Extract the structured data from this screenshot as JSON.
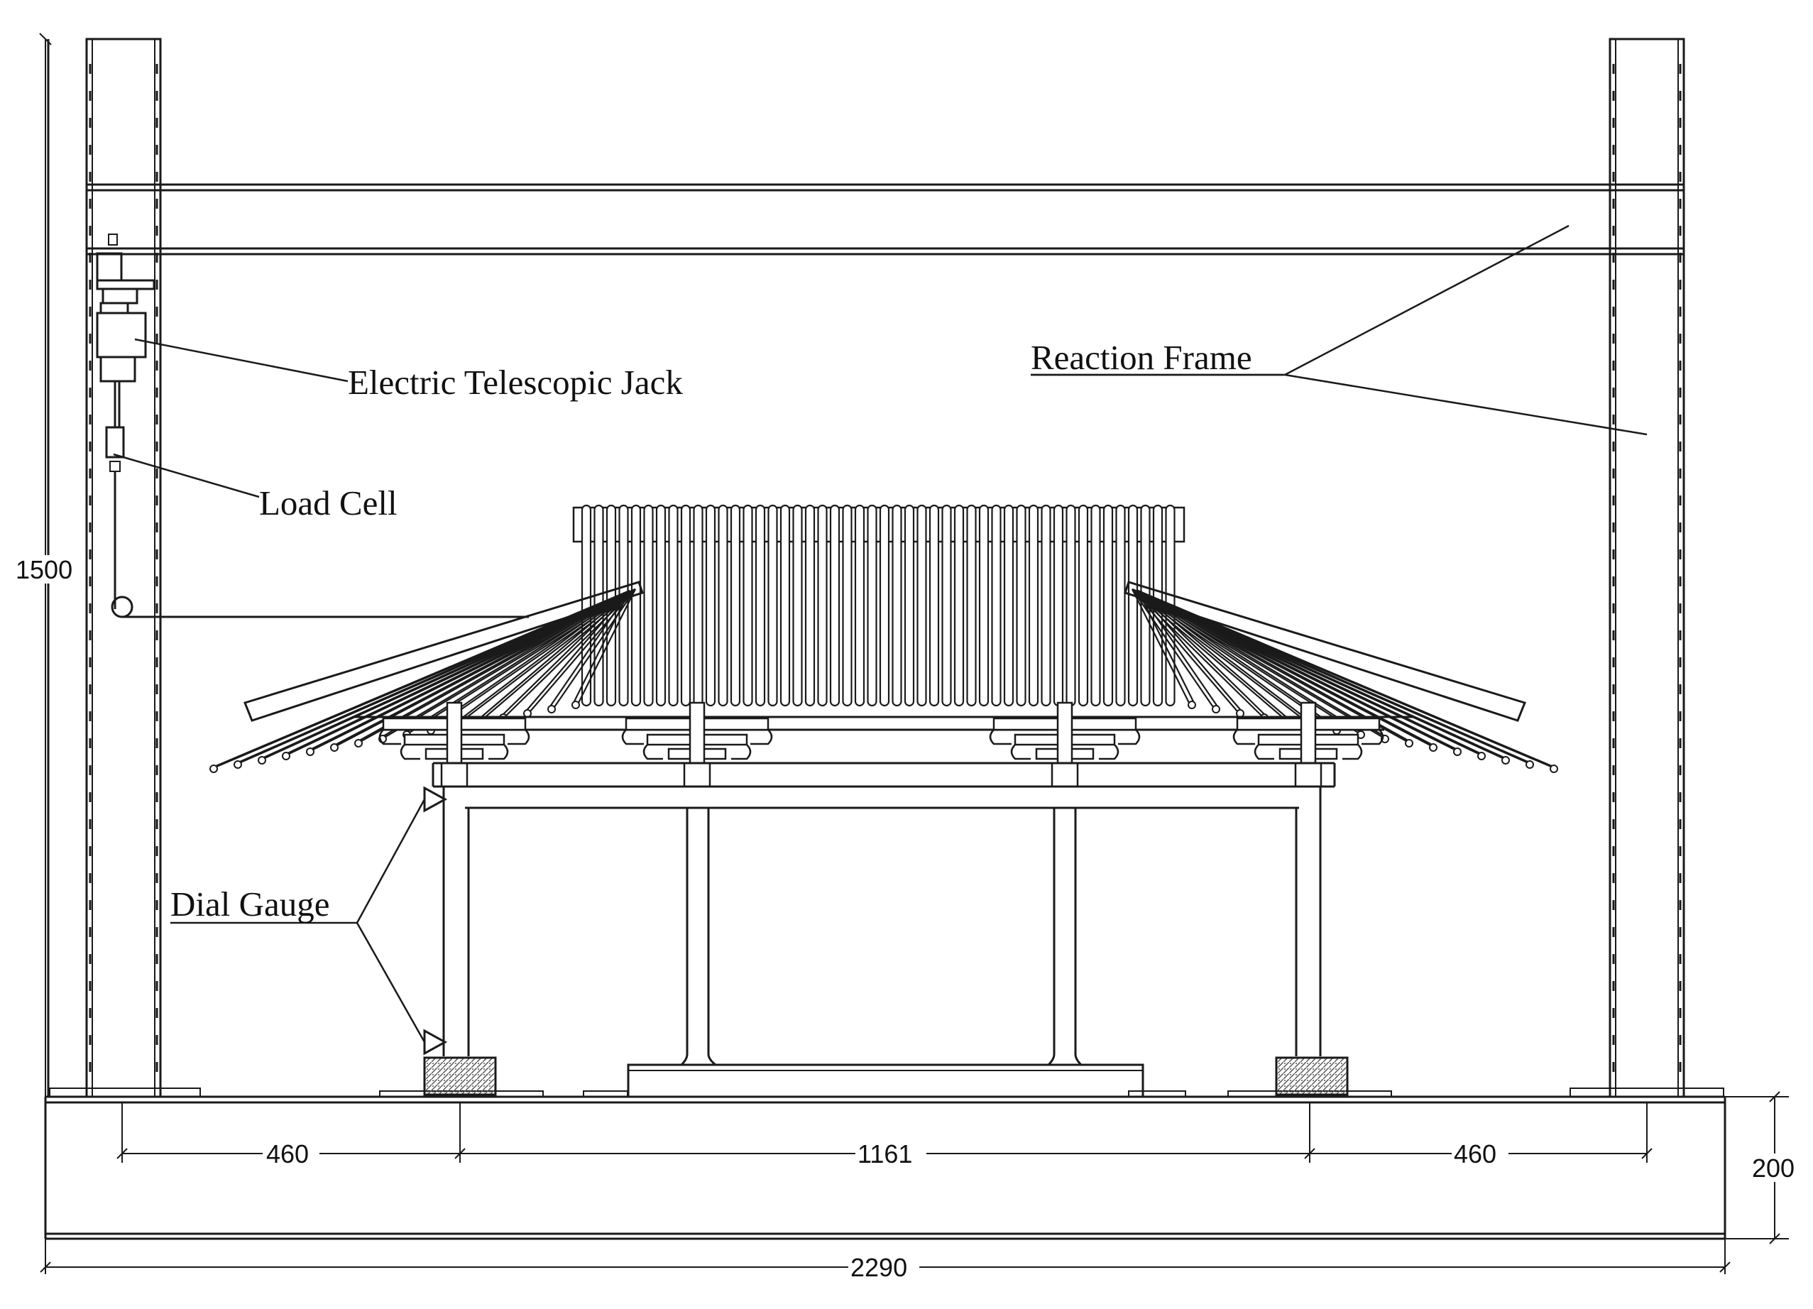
{
  "labels": {
    "jack": "Electric Telescopic Jack",
    "load_cell": "Load Cell",
    "reaction_frame": "Reaction Frame",
    "dial_gauge": "Dial Gauge"
  },
  "dimensions": {
    "height_total": "1500",
    "base_height": "200",
    "span_left": "460",
    "span_center": "1161",
    "span_right": "460",
    "width_total": "2290"
  },
  "colors": {
    "line": "#1a1a1a",
    "hatch": "#555555",
    "background": "#ffffff"
  }
}
